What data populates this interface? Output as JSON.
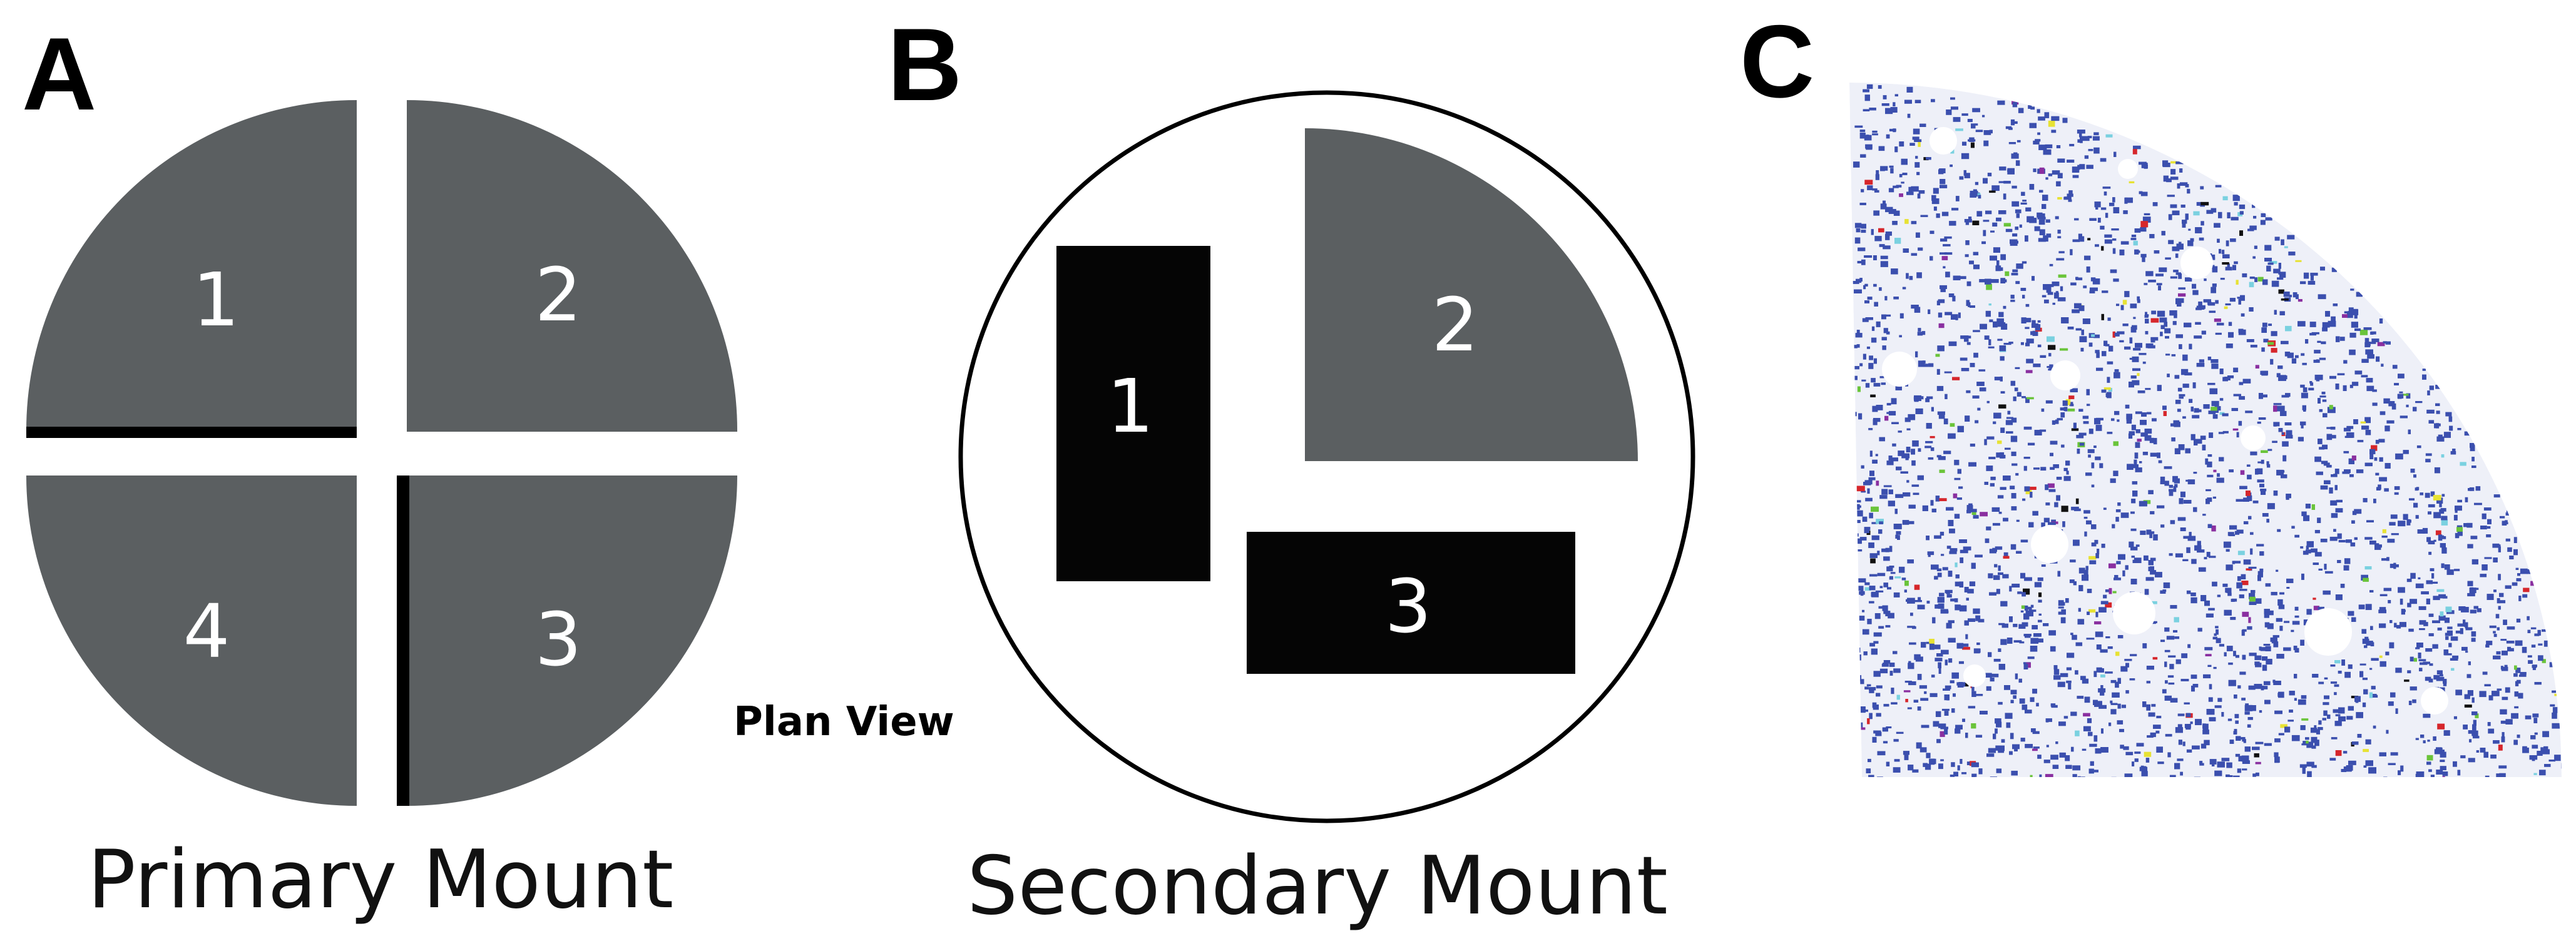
{
  "panels": {
    "a": {
      "letter": "A",
      "caption": "Primary Mount",
      "pieces": [
        "1",
        "2",
        "3",
        "4"
      ],
      "note": "Plan View"
    },
    "b": {
      "letter": "B",
      "caption": "Secondary Mount",
      "pieces": [
        "1",
        "2",
        "3"
      ]
    },
    "c": {
      "letter": "C"
    }
  },
  "colors": {
    "piece_gray": "#5b5f61",
    "piece_black": "#050505",
    "edge_black": "#000000",
    "grain_blue": "#3b4fae",
    "grain_cyan": "#7ad1e0",
    "grain_green": "#6ac43a",
    "grain_red": "#d6262b",
    "grain_yellow": "#e7e234",
    "grain_purple": "#8a2fa0",
    "grain_black": "#111111"
  }
}
